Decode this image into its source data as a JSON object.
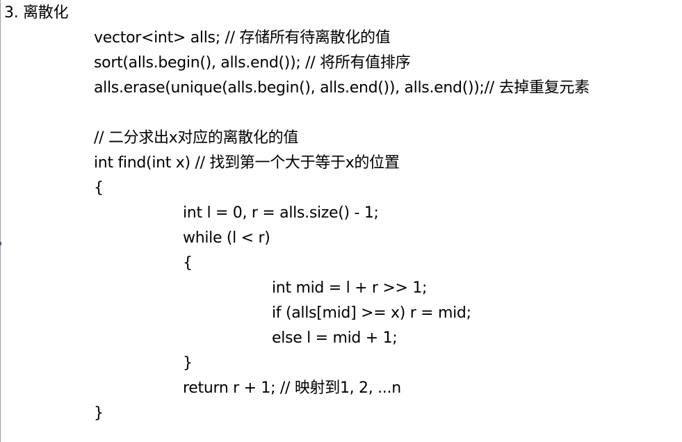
{
  "heading": "3. 离散化",
  "lines": [
    {
      "indent": 1,
      "text": "vector<int> alls; // 存储所有待离散化的值"
    },
    {
      "indent": 1,
      "text": "sort(alls.begin(), alls.end()); // 将所有值排序"
    },
    {
      "indent": 1,
      "text": "alls.erase(unique(alls.begin(), alls.end()), alls.end());// 去掉重复元素"
    },
    {
      "indent": 1,
      "text": ""
    },
    {
      "indent": 1,
      "text": "// 二分求出x对应的离散化的值"
    },
    {
      "indent": 1,
      "text": "int find(int x) // 找到第一个大于等于x的位置"
    },
    {
      "indent": 1,
      "text": "{"
    },
    {
      "indent": 2,
      "text": "int l = 0, r = alls.size() - 1;"
    },
    {
      "indent": 2,
      "text": "while (l < r)"
    },
    {
      "indent": 2,
      "text": "{"
    },
    {
      "indent": 3,
      "text": "int mid = l + r >> 1;"
    },
    {
      "indent": 3,
      "text": "if (alls[mid] >= x) r = mid;"
    },
    {
      "indent": 3,
      "text": "else l = mid + 1;"
    },
    {
      "indent": 2,
      "text": "}"
    },
    {
      "indent": 2,
      "text": "return r + 1; // 映射到1, 2, ...n"
    },
    {
      "indent": 1,
      "text": "}"
    }
  ]
}
